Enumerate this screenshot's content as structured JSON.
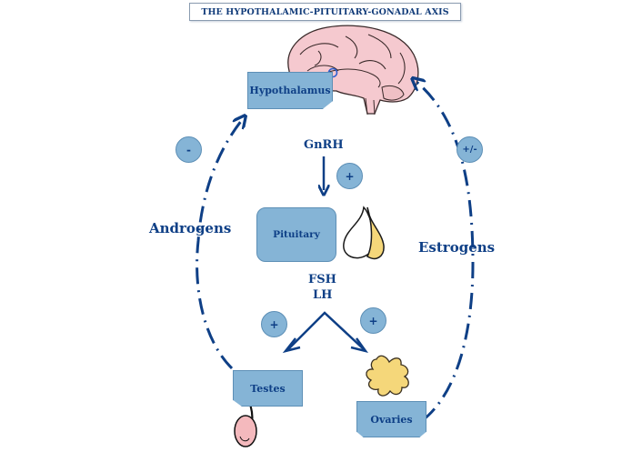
{
  "title": "THE HYPOTHALAMIC-PITUITARY-GONADAL AXIS",
  "nodes": {
    "hypothalamus": "Hypothalamus",
    "pituitary": "Pituitary",
    "testes": "Testes",
    "ovaries": "Ovaries"
  },
  "hormones": {
    "gnrh": "GnRH",
    "fsh": "FSH",
    "lh": "LH",
    "androgens": "Androgens",
    "estrogens": "Estrogens"
  },
  "signs": {
    "androgens_feedback": "-",
    "estrogens_feedback": "+/-",
    "gnrh_effect": "+",
    "testes_effect": "+",
    "ovaries_effect": "+"
  },
  "colors": {
    "primary_text": "#0e3f86",
    "box_fill": "#85b4d6",
    "box_border": "#5d8fb6",
    "arrow": "#0e3f86",
    "brain": "#f5c9cf",
    "gland": "#f5d77a",
    "testis": "#f4b9bd"
  }
}
